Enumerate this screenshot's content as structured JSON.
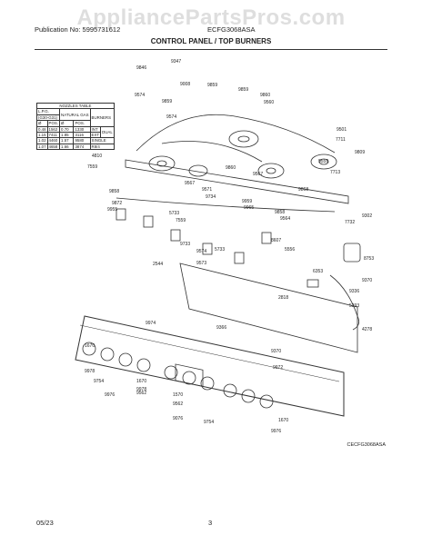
{
  "watermark": "AppliancePartsPros.com",
  "header": {
    "publication": "Publication No: 5995731612",
    "model": "ECFG3068ASA",
    "section_title": "CONTROL PANEL / TOP BURNERS"
  },
  "nozzle_table": {
    "title": "NOZZLES TABLE",
    "col1": "L.P.G.",
    "col1_sub": "(G30-G31)",
    "col2": "NATURAL GAS",
    "col3": "BURNERS",
    "sub": [
      "Ø",
      "POS.",
      "Ø",
      "POS."
    ],
    "rows": [
      [
        "0.48",
        "1562",
        "0.70",
        "1330",
        "INT",
        "DUAL"
      ],
      [
        "1.15",
        "7411",
        "1.85",
        "3116",
        "EXT",
        ""
      ],
      [
        "1.02",
        "4460",
        "1.57",
        "9580",
        "SINGLE",
        ""
      ],
      [
        "1.07",
        "4658",
        "1.66",
        "3874",
        "R8/4",
        ""
      ]
    ]
  },
  "callouts": [
    "9347",
    "9846",
    "9008",
    "9859",
    "9859",
    "9860",
    "9560",
    "9501",
    "7711",
    "9809",
    "9574",
    "9859",
    "9574",
    "9559",
    "7713",
    "4810",
    "7559",
    "9858",
    "9567",
    "9571",
    "9860",
    "9567",
    "9868",
    "9955",
    "9734",
    "9959",
    "9858",
    "9872",
    "5733",
    "5733",
    "9965",
    "9564",
    "7559",
    "7732",
    "9302",
    "5556",
    "8607",
    "9733",
    "9574",
    "9573",
    "8753",
    "2544",
    "6353",
    "9370",
    "9336",
    "2818",
    "5393",
    "4278",
    "9974",
    "9366",
    "9370",
    "9972",
    "1670",
    "9978",
    "9754",
    "9976",
    "1670",
    "9978",
    "9562",
    "9562",
    "1570",
    "9076",
    "9754",
    "1670",
    "9976"
  ],
  "image_id": "CECFG3068ASA",
  "footer": {
    "date": "05/23",
    "page": "3"
  }
}
